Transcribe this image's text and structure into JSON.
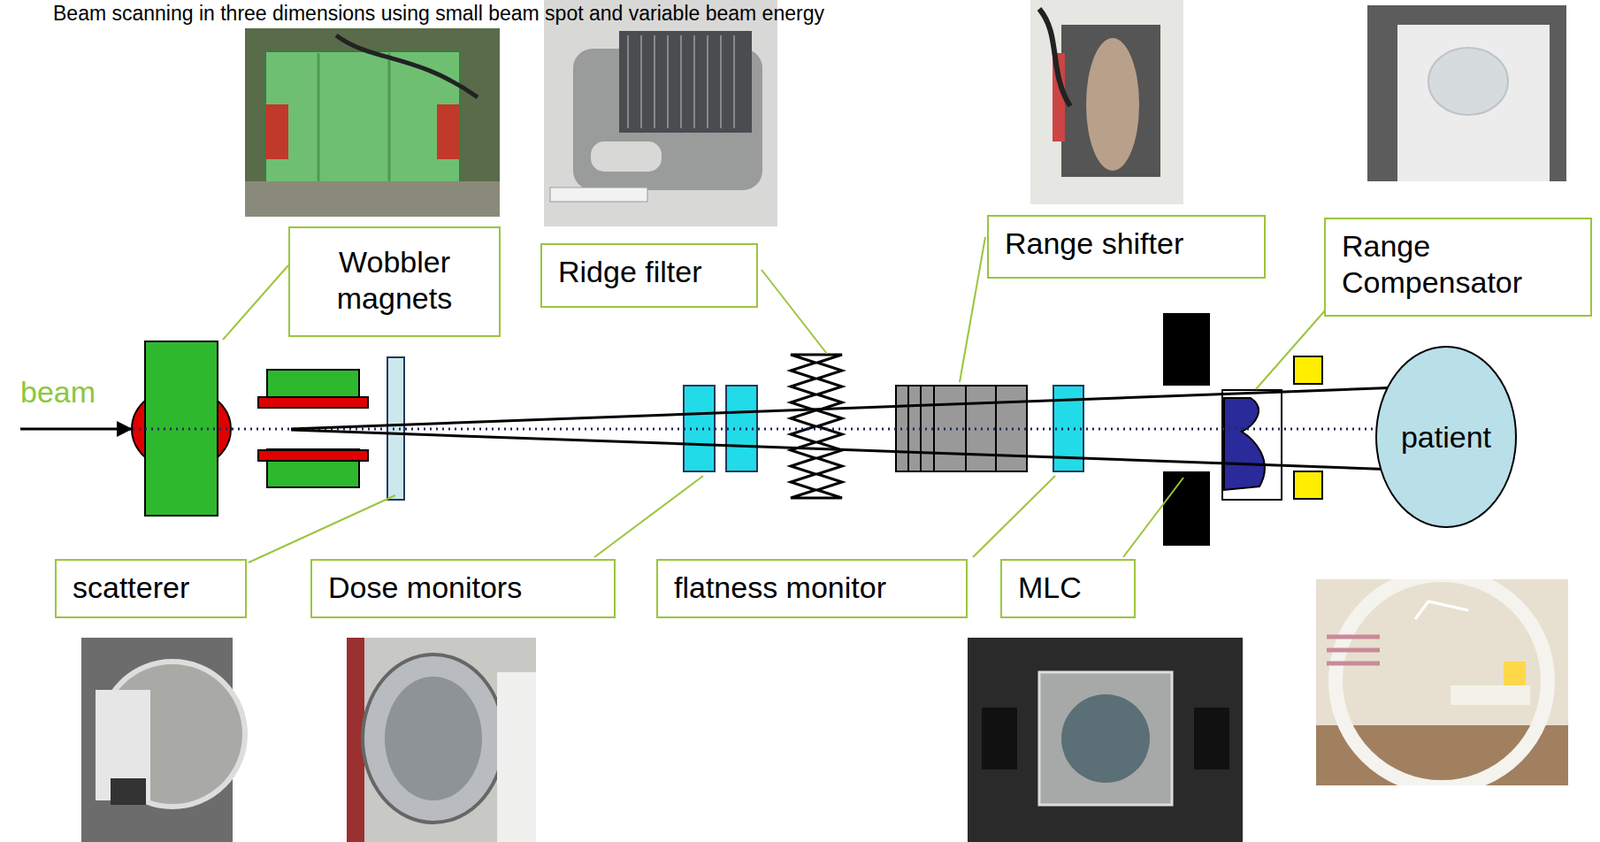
{
  "diagram": {
    "title": "Beam scanning in three dimensions using small beam spot and variable beam energy",
    "nodes": [
      {
        "text": [
          "Wobbler magnets"
        ]
      },
      {
        "text": [
          "Ridge filter"
        ]
      },
      {
        "text": [
          "Range shifter"
        ]
      },
      {
        "text": [
          "Range Compensator"
        ]
      },
      {
        "text": [
          "patient"
        ]
      },
      {
        "text": [
          "scatterer"
        ]
      },
      {
        "text": [
          "Dose monitors"
        ]
      },
      {
        "text": [
          "flatness monitor"
        ]
      },
      {
        "text": [
          "MLC"
        ]
      }
    ],
    "labels": [
      "beam"
    ]
  }
}
